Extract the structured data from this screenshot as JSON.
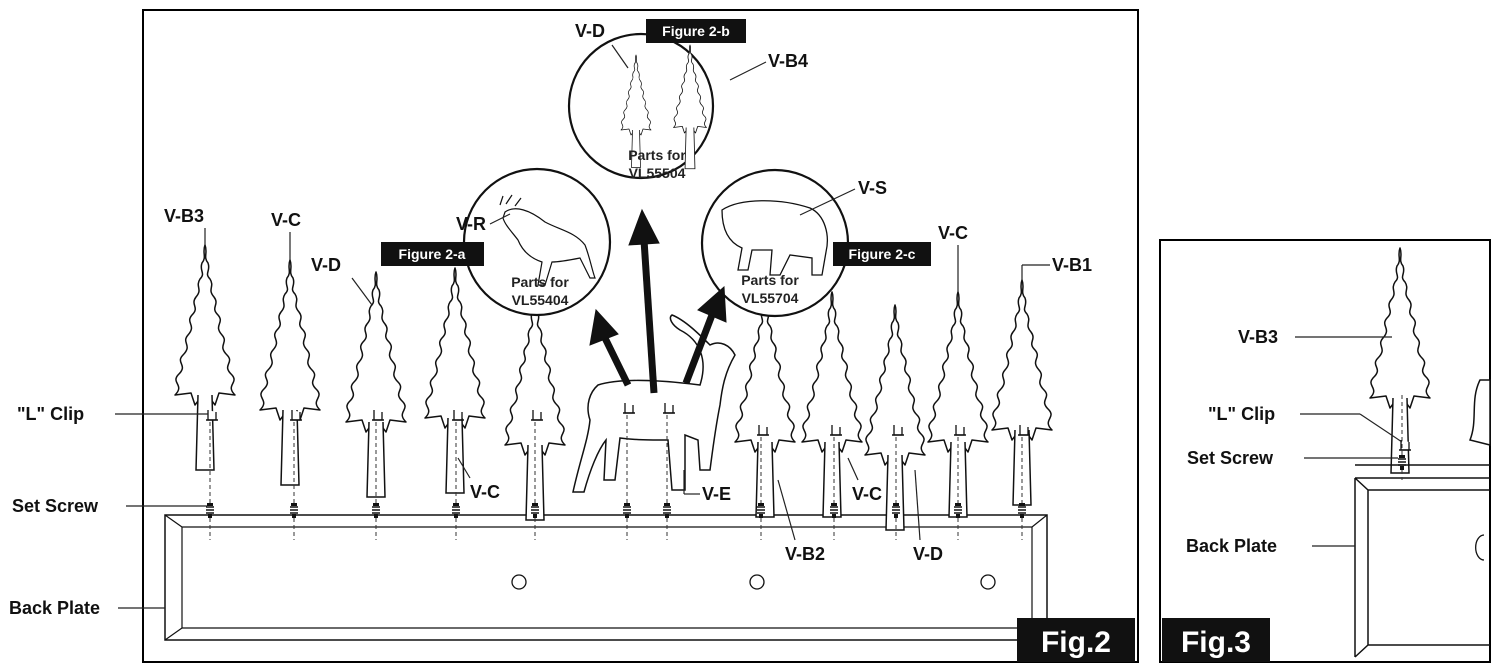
{
  "figures": {
    "fig2_label": "Fig.2",
    "fig3_label": "Fig.3",
    "fig2a_label": "Figure 2-a",
    "fig2b_label": "Figure 2-b",
    "fig2c_label": "Figure 2-c"
  },
  "circles": {
    "a": {
      "line1": "Parts for",
      "line2": "VL55404",
      "part": "V-R"
    },
    "b": {
      "line1": "Parts for",
      "line2": "VL55504",
      "part_left": "V-D",
      "part_right": "V-B4"
    },
    "c": {
      "line1": "Parts for",
      "line2": "VL55704",
      "part": "V-S"
    }
  },
  "fig2_labels": {
    "vb3": "V-B3",
    "vc_top_left": "V-C",
    "vd_top_left": "V-D",
    "vc_top_right": "V-C",
    "vb1": "V-B1",
    "l_clip": "\"L\" Clip",
    "set_screw": "Set Screw",
    "back_plate": "Back Plate",
    "vc_bottom_left": "V-C",
    "ve": "V-E",
    "vb2": "V-B2",
    "vc_bottom_right": "V-C",
    "vd_bottom_right": "V-D"
  },
  "fig3_labels": {
    "vb3": "V-B3",
    "l_clip": "\"L\" Clip",
    "set_screw": "Set Screw",
    "back_plate": "Back Plate"
  }
}
